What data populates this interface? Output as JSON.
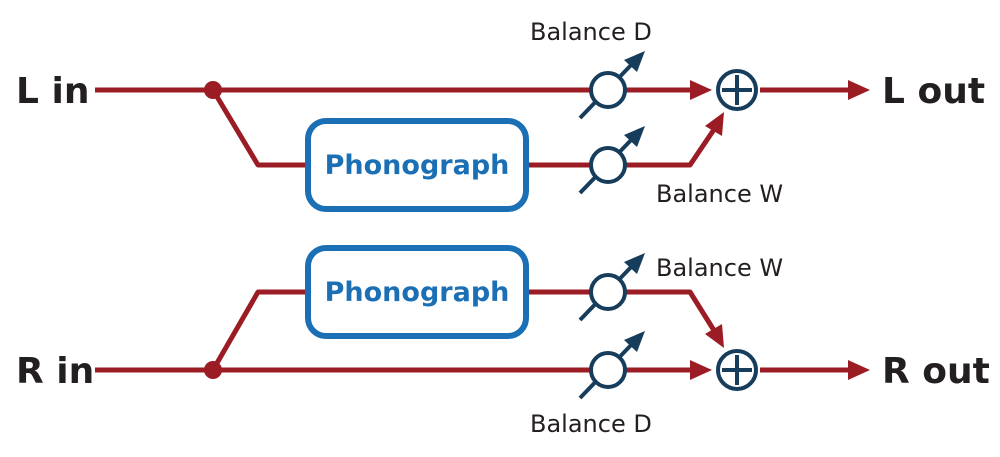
{
  "left_channel": {
    "input_label": "L in",
    "output_label": "L out",
    "effect_label": "Phonograph",
    "balance_dry_label": "Balance D",
    "balance_wet_label": "Balance W"
  },
  "right_channel": {
    "input_label": "R in",
    "output_label": "R out",
    "effect_label": "Phonograph",
    "balance_dry_label": "Balance D",
    "balance_wet_label": "Balance W"
  },
  "colors": {
    "signal_wire": "#9b1c24",
    "effect_block": "#1b6fb5",
    "controls": "#173d5c",
    "text": "#231f20"
  }
}
